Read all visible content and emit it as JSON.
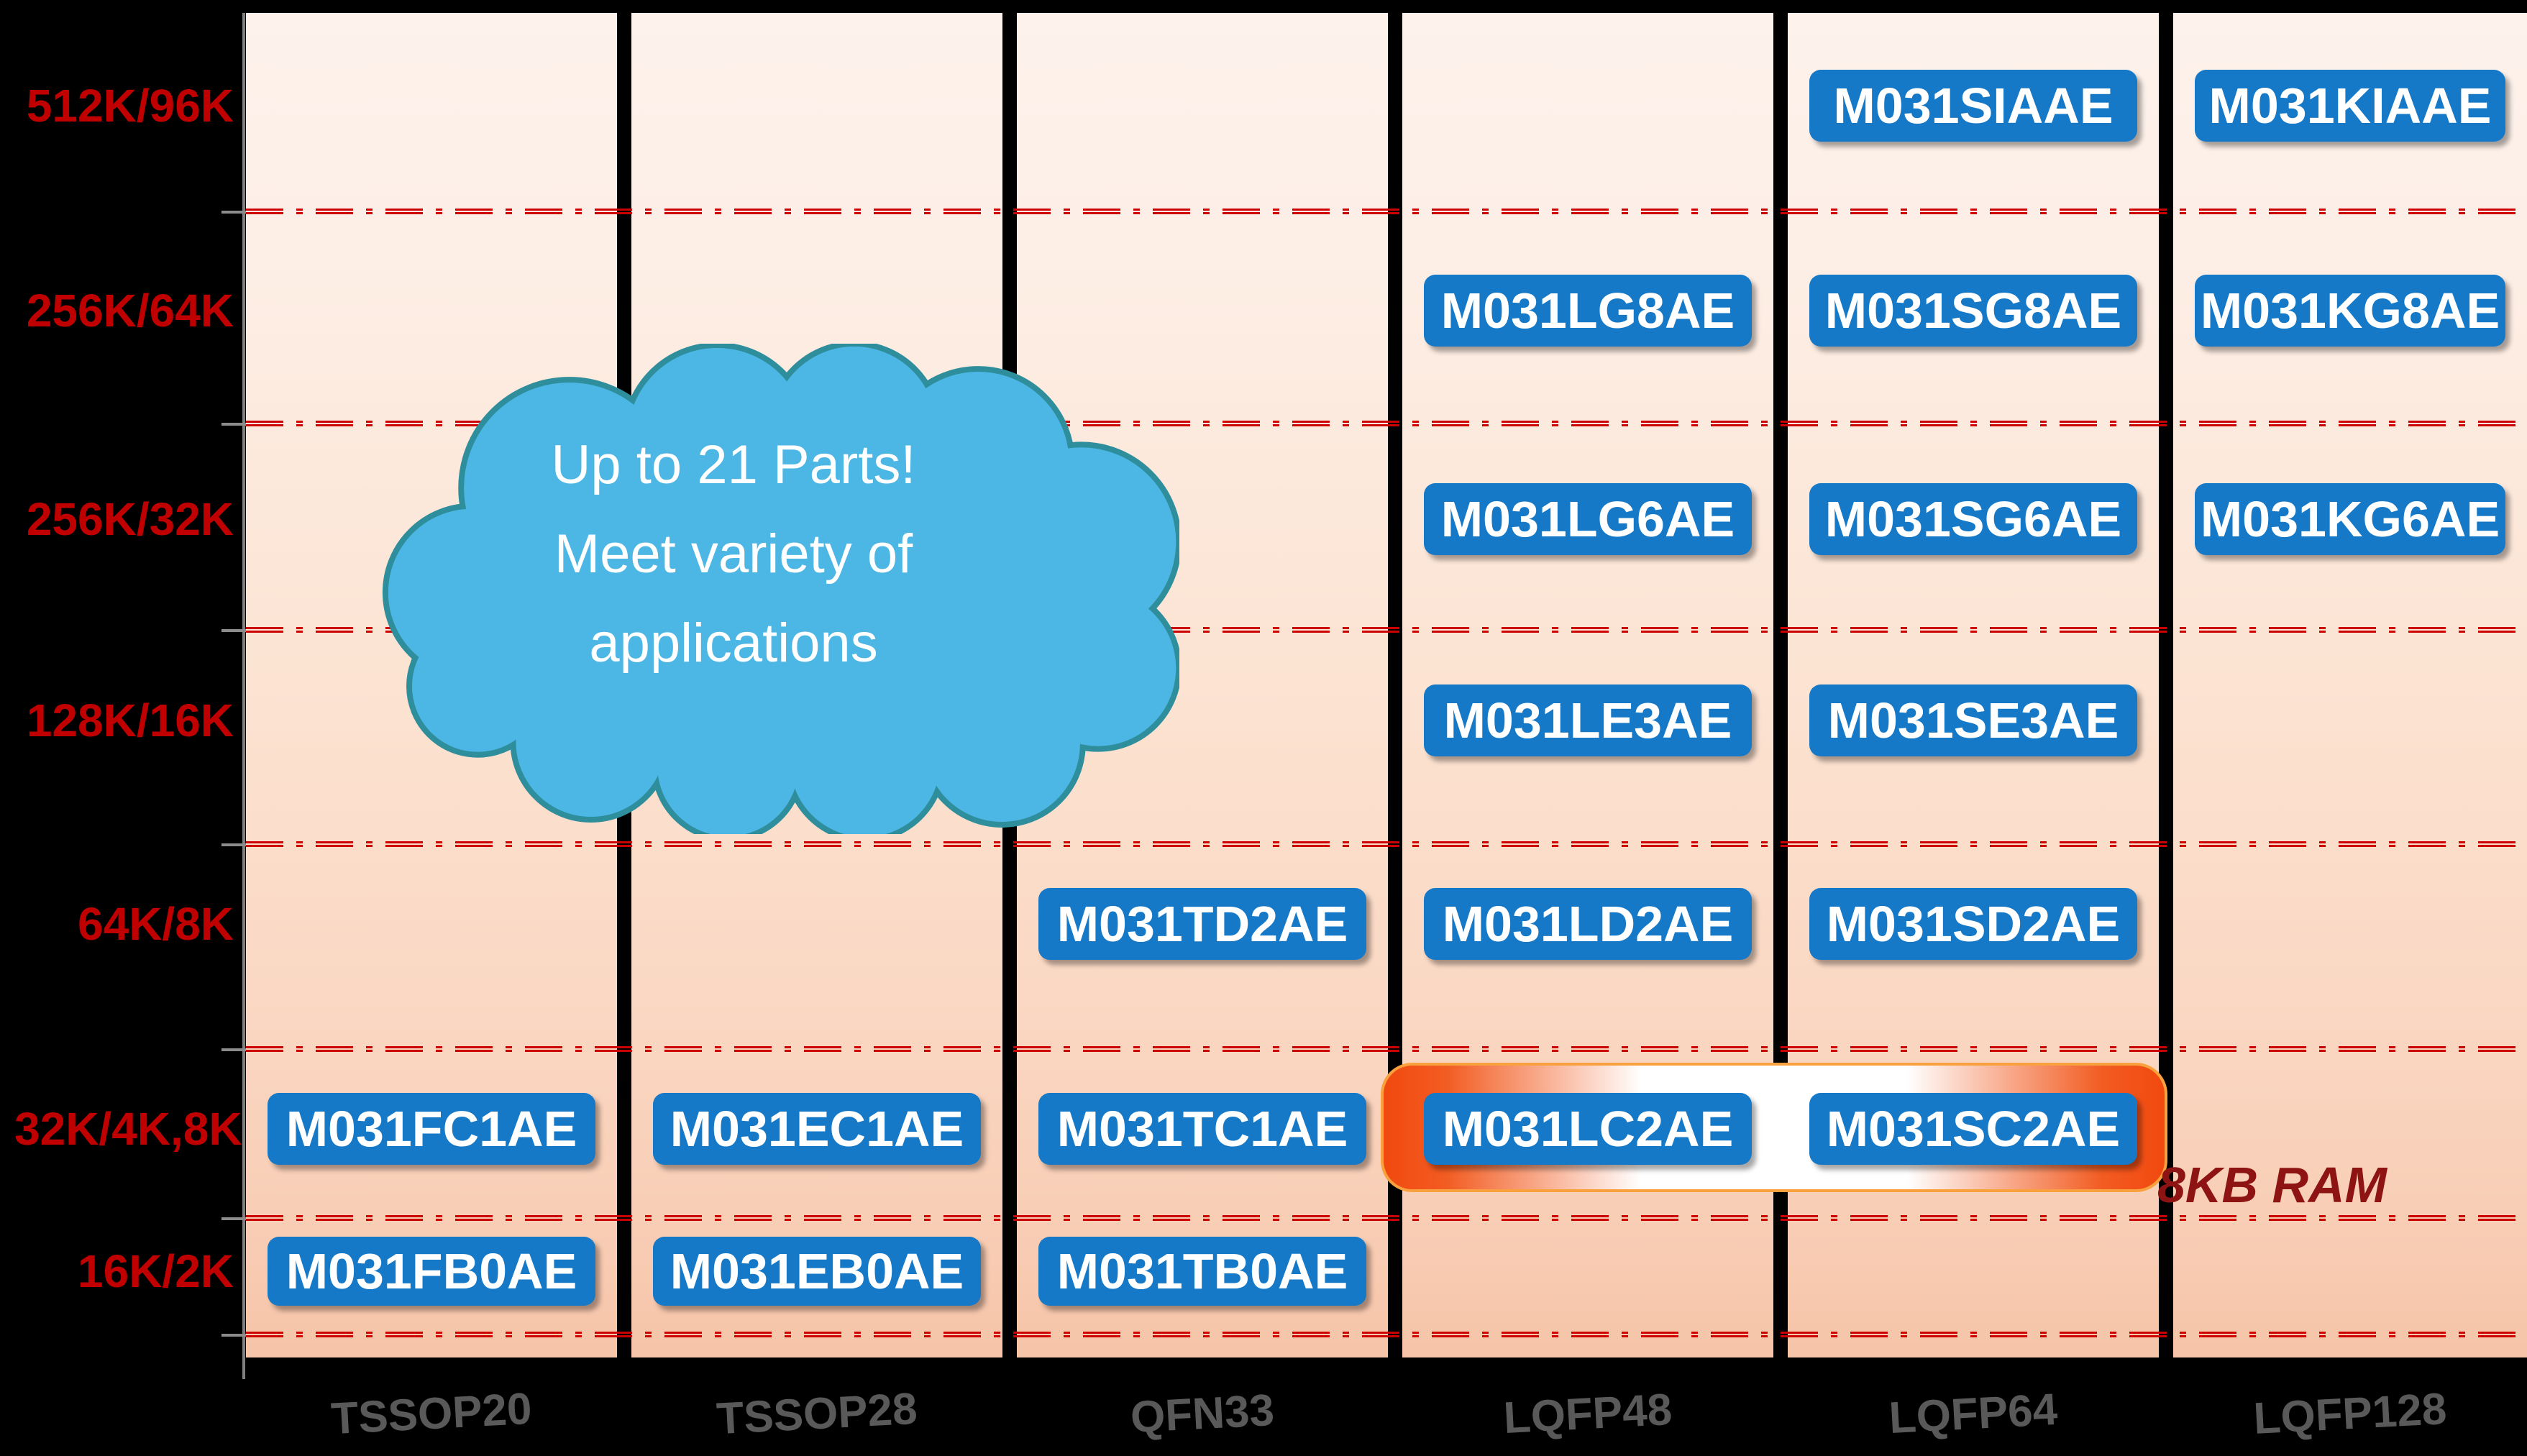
{
  "y_axis": {
    "labels": [
      "512K/96K",
      "256K/64K",
      "256K/32K",
      "128K/16K",
      "64K/8K",
      "32K/4K,8K",
      "16K/2K"
    ]
  },
  "packages": [
    "TSSOP20",
    "TSSOP28",
    "QFN33",
    "LQFP48",
    "LQFP64",
    "LQFP128"
  ],
  "grid": {
    "rows": [
      {
        "label": "512K/96K",
        "parts": [
          null,
          null,
          null,
          null,
          "M031SIAAE",
          "M031KIAAE"
        ]
      },
      {
        "label": "256K/64K",
        "parts": [
          null,
          null,
          null,
          "M031LG8AE",
          "M031SG8AE",
          "M031KG8AE"
        ]
      },
      {
        "label": "256K/32K",
        "parts": [
          null,
          null,
          null,
          "M031LG6AE",
          "M031SG6AE",
          "M031KG6AE"
        ]
      },
      {
        "label": "128K/16K",
        "parts": [
          null,
          null,
          null,
          "M031LE3AE",
          "M031SE3AE",
          null
        ]
      },
      {
        "label": "64K/8K",
        "parts": [
          null,
          null,
          "M031TD2AE",
          "M031LD2AE",
          "M031SD2AE",
          null
        ]
      },
      {
        "label": "32K/4K,8K",
        "parts": [
          "M031FC1AE",
          "M031EC1AE",
          "M031TC1AE",
          "M031LC2AE",
          "M031SC2AE",
          null
        ]
      },
      {
        "label": "16K/2K",
        "parts": [
          "M031FB0AE",
          "M031EB0AE",
          "M031TB0AE",
          null,
          null,
          null
        ]
      }
    ]
  },
  "cloud": {
    "lines": [
      "Up to 21 Parts!",
      "Meet variety of",
      "applications"
    ]
  },
  "note": {
    "text": "8KB RAM"
  },
  "highlight": {
    "parts": [
      "M031LC2AE",
      "M031SC2AE"
    ],
    "note": "8KB RAM"
  },
  "colors": {
    "background": "#000000",
    "panel_top": "#fdf2ec",
    "panel_bottom": "#f6c4a8",
    "part_chip": "#1579c8",
    "part_chip_text": "#ffffff",
    "y_label": "#c00000",
    "x_label": "#595959",
    "grid_line": "#cc0000",
    "cloud_fill": "#4cb6e4",
    "cloud_stroke": "#2f8e9c",
    "highlight_orange": "#f1490f",
    "highlight_outline": "#f8a13e",
    "note_text": "#8e1414"
  },
  "chart_data": {
    "type": "table",
    "title": "M031 part selection matrix (Flash/RAM vs package)",
    "x_categories": [
      "TSSOP20",
      "TSSOP28",
      "QFN33",
      "LQFP48",
      "LQFP64",
      "LQFP128"
    ],
    "y_categories": [
      "512K/96K",
      "256K/64K",
      "256K/32K",
      "128K/16K",
      "64K/8K",
      "32K/4K,8K",
      "16K/2K"
    ],
    "cells": [
      {
        "row": "512K/96K",
        "col": "LQFP64",
        "part": "M031SIAAE"
      },
      {
        "row": "512K/96K",
        "col": "LQFP128",
        "part": "M031KIAAE"
      },
      {
        "row": "256K/64K",
        "col": "LQFP48",
        "part": "M031LG8AE"
      },
      {
        "row": "256K/64K",
        "col": "LQFP64",
        "part": "M031SG8AE"
      },
      {
        "row": "256K/64K",
        "col": "LQFP128",
        "part": "M031KG8AE"
      },
      {
        "row": "256K/32K",
        "col": "LQFP48",
        "part": "M031LG6AE"
      },
      {
        "row": "256K/32K",
        "col": "LQFP64",
        "part": "M031SG6AE"
      },
      {
        "row": "256K/32K",
        "col": "LQFP128",
        "part": "M031KG6AE"
      },
      {
        "row": "128K/16K",
        "col": "LQFP48",
        "part": "M031LE3AE"
      },
      {
        "row": "128K/16K",
        "col": "LQFP64",
        "part": "M031SE3AE"
      },
      {
        "row": "64K/8K",
        "col": "QFN33",
        "part": "M031TD2AE"
      },
      {
        "row": "64K/8K",
        "col": "LQFP48",
        "part": "M031LD2AE"
      },
      {
        "row": "64K/8K",
        "col": "LQFP64",
        "part": "M031SD2AE"
      },
      {
        "row": "32K/4K,8K",
        "col": "TSSOP20",
        "part": "M031FC1AE"
      },
      {
        "row": "32K/4K,8K",
        "col": "TSSOP28",
        "part": "M031EC1AE"
      },
      {
        "row": "32K/4K,8K",
        "col": "QFN33",
        "part": "M031TC1AE"
      },
      {
        "row": "32K/4K,8K",
        "col": "LQFP48",
        "part": "M031LC2AE",
        "highlighted": true
      },
      {
        "row": "32K/4K,8K",
        "col": "LQFP64",
        "part": "M031SC2AE",
        "highlighted": true
      },
      {
        "row": "16K/2K",
        "col": "TSSOP20",
        "part": "M031FB0AE"
      },
      {
        "row": "16K/2K",
        "col": "TSSOP28",
        "part": "M031EB0AE"
      },
      {
        "row": "16K/2K",
        "col": "QFN33",
        "part": "M031TB0AE"
      }
    ],
    "annotations": [
      "Up to 21 Parts! Meet variety of applications",
      "8KB RAM"
    ],
    "legend": "none",
    "grid": "red dash-dot horizontal separators between memory rows"
  }
}
